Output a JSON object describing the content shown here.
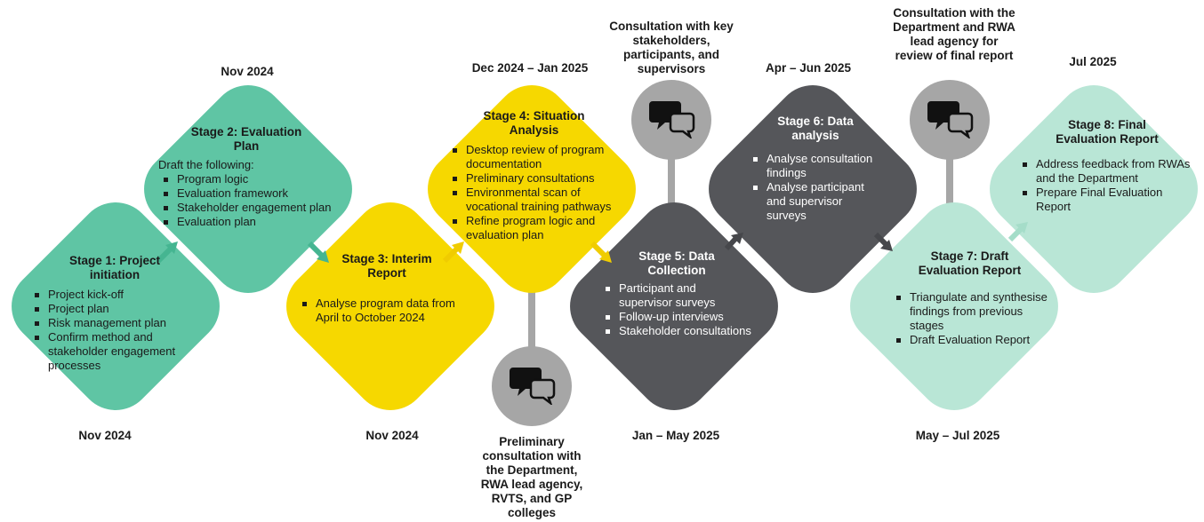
{
  "colors": {
    "teal": "#5fc5a4",
    "yellow": "#f6d800",
    "dark": "#55565a",
    "light": "#b9e6d6",
    "grey": "#a6a6a6",
    "arrow_teal": "#45b591",
    "arrow_yellow": "#f0cc00",
    "arrow_dark": "#46474b",
    "arrow_light": "#a5ddc9"
  },
  "stages": [
    {
      "title": "Stage 1: Project initiation",
      "intro": "",
      "items": [
        "Project kick-off",
        "Project plan",
        "Risk management plan",
        "Confirm method and stakeholder engagement processes"
      ],
      "date": "Nov 2024"
    },
    {
      "title": "Stage 2: Evaluation Plan",
      "intro": "Draft the following:",
      "items": [
        "Program logic",
        "Evaluation framework",
        "Stakeholder engagement plan",
        "Evaluation plan"
      ],
      "date": "Nov 2024"
    },
    {
      "title": "Stage 3: Interim Report",
      "intro": "",
      "items": [
        "Analyse program data from April to October 2024"
      ],
      "date": "Nov 2024"
    },
    {
      "title": "Stage 4: Situation Analysis",
      "intro": "",
      "items": [
        "Desktop review of program documentation",
        "Preliminary consultations",
        "Environmental scan of vocational training pathways",
        "Refine program logic and evaluation plan"
      ],
      "date": "Dec 2024 – Jan 2025"
    },
    {
      "title": "Stage 5: Data Collection",
      "intro": "",
      "items": [
        "Participant and supervisor surveys",
        "Follow-up interviews",
        "Stakeholder consultations"
      ],
      "date": "Jan – May 2025"
    },
    {
      "title": "Stage 6: Data analysis",
      "intro": "",
      "items": [
        "Analyse consultation findings",
        "Analyse participant and supervisor surveys"
      ],
      "date": "Apr – Jun 2025"
    },
    {
      "title": "Stage 7: Draft Evaluation Report",
      "intro": "",
      "items": [
        "Triangulate and synthesise findings from previous stages",
        "Draft Evaluation Report"
      ],
      "date": "May – Jul 2025"
    },
    {
      "title": "Stage 8: Final Evaluation Report",
      "intro": "",
      "items": [
        "Address feedback from RWAs and the Department",
        "Prepare Final Evaluation Report"
      ],
      "date": "Jul 2025"
    }
  ],
  "consultations": [
    {
      "label": "Preliminary consultation with the Department, RWA lead agency, RVTS, and GP colleges",
      "icon": "speech-bubbles-icon"
    },
    {
      "label": "Consultation with key stakeholders, participants, and supervisors",
      "icon": "speech-bubbles-icon"
    },
    {
      "label": "Consultation with the Department and RWA lead agency for review of final report",
      "icon": "speech-bubbles-icon"
    }
  ]
}
